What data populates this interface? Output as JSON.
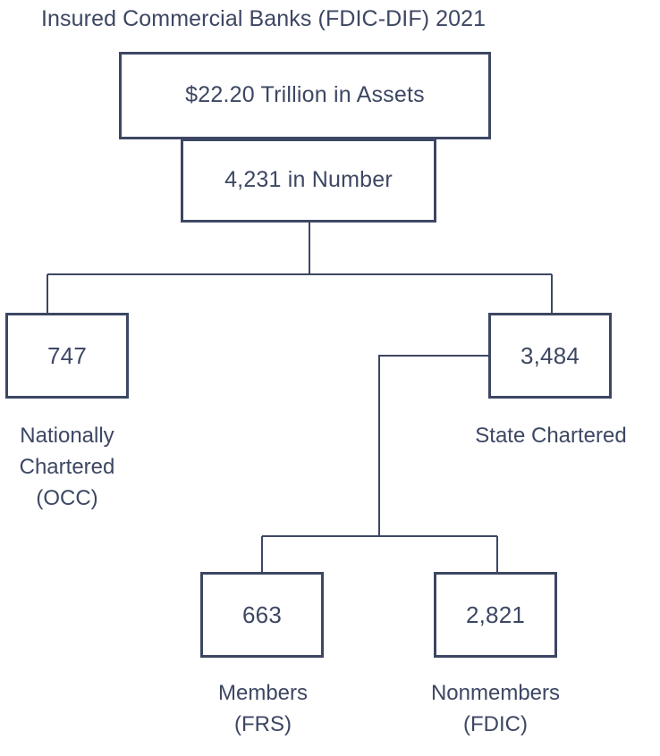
{
  "title": "Insured Commercial Banks (FDIC-DIF) 2021",
  "colors": {
    "stroke": "#3d4763",
    "text": "#3d4763",
    "background": "#ffffff"
  },
  "chart_data": {
    "type": "diagram",
    "title": "Insured Commercial Banks (FDIC-DIF) 2021",
    "diagram_kind": "organizational-tree",
    "root": {
      "assets": "$22.20 Trillion in Assets",
      "count": "4,231 in Number"
    },
    "nodes": [
      {
        "id": "total-assets",
        "value": "$22.20 Trillion in Assets",
        "caption": "",
        "level": 0
      },
      {
        "id": "total-number",
        "value": "4,231 in Number",
        "caption": "",
        "level": 1
      },
      {
        "id": "nationally-chartered",
        "value": "747",
        "caption": "Nationally\nChartered\n(OCC)",
        "level": 2
      },
      {
        "id": "state-chartered",
        "value": "3,484",
        "caption": "State Chartered",
        "level": 2
      },
      {
        "id": "members",
        "value": "663",
        "caption": "Members\n(FRS)",
        "level": 3
      },
      {
        "id": "nonmembers",
        "value": "2,821",
        "caption": "Nonmembers\n(FDIC)",
        "level": 3
      }
    ],
    "edges": [
      {
        "from": "total-assets",
        "to": "total-number"
      },
      {
        "from": "total-number",
        "to": "nationally-chartered"
      },
      {
        "from": "total-number",
        "to": "state-chartered"
      },
      {
        "from": "state-chartered",
        "to": "members"
      },
      {
        "from": "state-chartered",
        "to": "nonmembers"
      }
    ],
    "numeric_values": {
      "total_assets_trillions": 22.2,
      "total_banks": 4231,
      "nationally_chartered": 747,
      "state_chartered": 3484,
      "state_members_frs": 663,
      "state_nonmembers_fdic": 2821
    }
  },
  "boxes": {
    "assets": {
      "value": "$22.20 Trillion in Assets"
    },
    "number": {
      "value": "4,231 in Number"
    },
    "national": {
      "value": "747"
    },
    "state": {
      "value": "3,484"
    },
    "members": {
      "value": "663"
    },
    "nonmembers": {
      "value": "2,821"
    }
  },
  "captions": {
    "national_line1": "Nationally",
    "national_line2": "Chartered",
    "national_line3": "(OCC)",
    "state_line1": "State Chartered",
    "members_line1": "Members",
    "members_line2": "(FRS)",
    "nonmembers_line1": "Nonmembers",
    "nonmembers_line2": "(FDIC)"
  }
}
